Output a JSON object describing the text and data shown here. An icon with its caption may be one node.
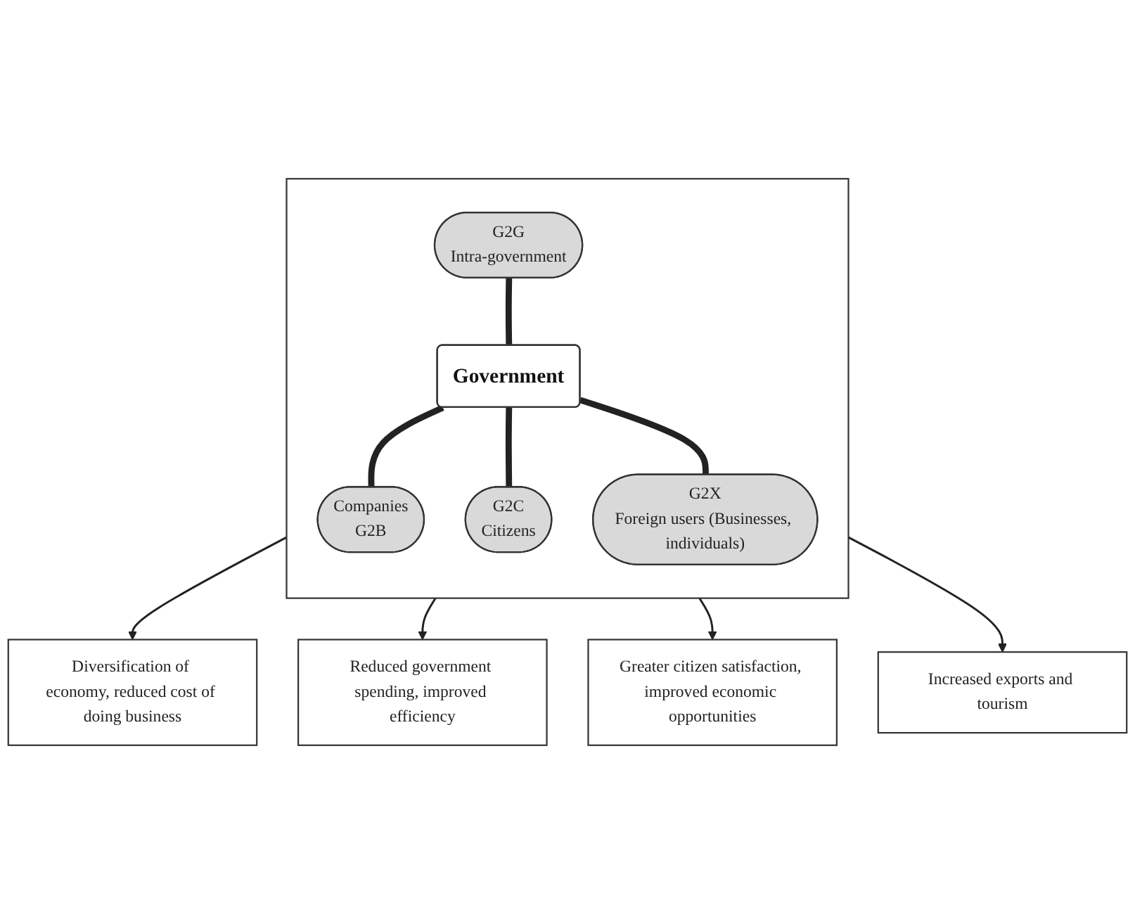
{
  "diagram": {
    "nodes": [
      {
        "text": [
          "Diversification of economy, reduced cost of doing business"
        ]
      },
      {
        "text": [],
        "shape": "box"
      },
      {
        "text": [
          "Companies",
          "G2B"
        ],
        "in": 1
      },
      {
        "text": [
          "Reduced government spending, improved efficiency"
        ]
      },
      {
        "text": [
          "G2G",
          "Intra-government"
        ],
        "in": 1
      },
      {
        "text": [
          "Government"
        ],
        "in": 1
      },
      {
        "text": [
          "G2C",
          "Citizens"
        ],
        "in": 1
      },
      {
        "text": [
          "Greater citizen satisfaction, improved economic opportunities"
        ]
      },
      {
        "text": [
          "G2X",
          "Foreign users (Businesses, individuals)"
        ],
        "in": 1
      },
      {
        "text": [
          "Increased exports and tourism"
        ]
      }
    ],
    "edges": [
      {
        "from": 5,
        "to": 2,
        "arrow": "none",
        "style": "thick"
      },
      {
        "from": 4,
        "to": 5,
        "arrow": "none",
        "style": "thick"
      },
      {
        "from": 5,
        "to": 6,
        "arrow": "none",
        "style": "thick"
      },
      {
        "from": 5,
        "to": 8,
        "arrow": "none",
        "style": "thick"
      },
      {
        "from": 1,
        "to": 0,
        "arrow": "to"
      },
      {
        "from": 1,
        "to": 3,
        "arrow": "to"
      },
      {
        "from": 1,
        "to": 7,
        "arrow": "to"
      },
      {
        "from": 1,
        "to": 9,
        "arrow": "to"
      }
    ]
  }
}
